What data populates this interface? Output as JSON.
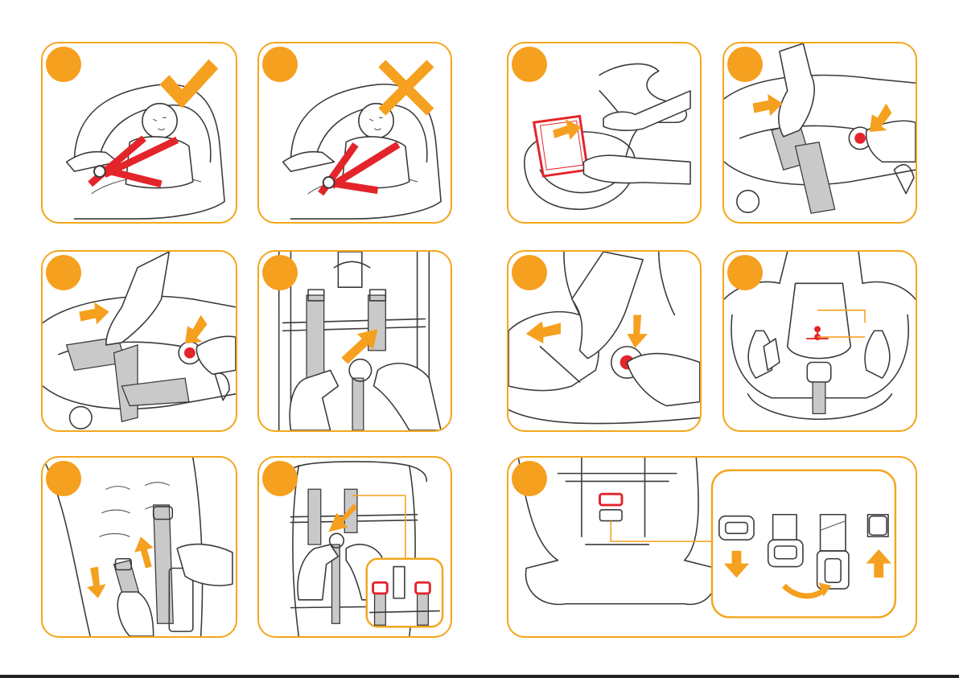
{
  "palette": {
    "accent": "#f5a01e",
    "frame": "#f2a61d",
    "harness_red": "#e3242b",
    "strap_gray": "#c9c9c9",
    "line": "#3a3a3a"
  },
  "panels": [
    {
      "id": "p1",
      "icon": "check-mark-icon",
      "scene": "infant-in-seat-harness-correct"
    },
    {
      "id": "p2",
      "icon": "cross-mark-icon",
      "scene": "infant-in-seat-harness-incorrect"
    },
    {
      "id": "p3",
      "icon": "arrow-right-icon",
      "scene": "insert-red-pad-into-cover"
    },
    {
      "id": "p4",
      "icon": "arrow-right-icon",
      "scene": "press-release-button-pull-strap"
    },
    {
      "id": "p5",
      "icon": "arrow-right-icon",
      "scene": "press-release-button-loosen-harness"
    },
    {
      "id": "p6",
      "icon": "arrow-up-right-icon",
      "scene": "thread-strap-through-slot"
    },
    {
      "id": "p7",
      "icon": "arrow-left-icon",
      "scene": "pull-cover-press-button"
    },
    {
      "id": "p8",
      "icon": "indicator-line-icon",
      "scene": "harness-height-check"
    },
    {
      "id": "p9",
      "icon": "arrow-up-down-icon",
      "scene": "rear-strap-adjust"
    },
    {
      "id": "p10",
      "icon": "arrow-down-left-icon",
      "scene": "harness-slot-detail"
    },
    {
      "id": "p11",
      "icon": "rotate-arrow-icon",
      "scene": "buckle-tongue-rotation-sequence"
    }
  ]
}
